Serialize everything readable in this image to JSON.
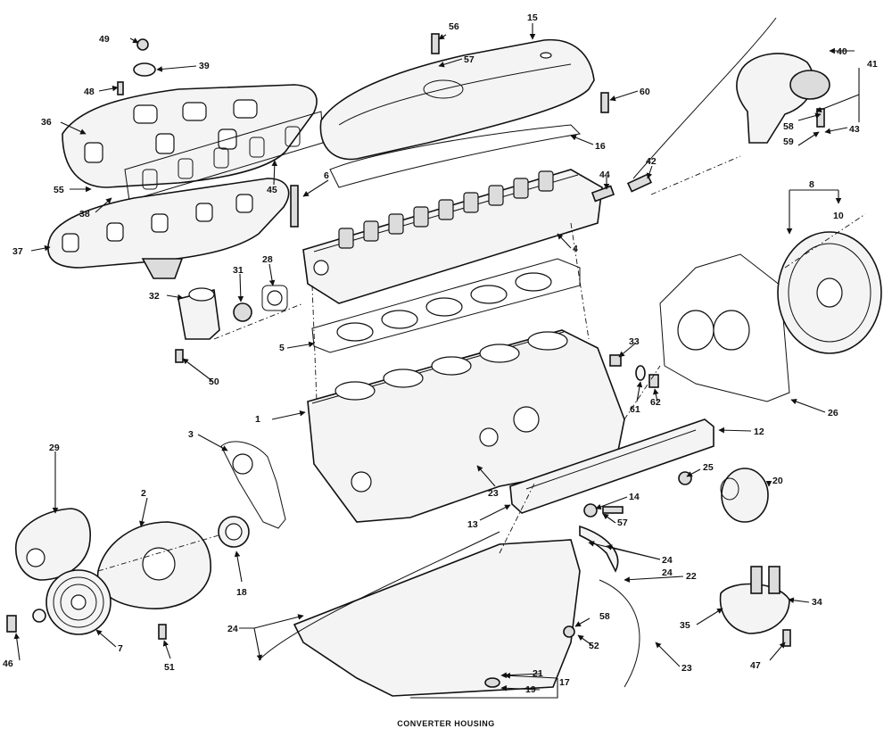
{
  "caption": "CONVERTER HOUSING",
  "callouts": [
    "1",
    "2",
    "3",
    "4",
    "5",
    "6",
    "7",
    "8",
    "10",
    "12",
    "13",
    "14",
    "15",
    "16",
    "17",
    "18",
    "19",
    "20",
    "21",
    "22",
    "23",
    "23",
    "24",
    "24",
    "24",
    "25",
    "26",
    "28",
    "29",
    "31",
    "32",
    "33",
    "34",
    "35",
    "36",
    "37",
    "38",
    "39",
    "40",
    "41",
    "42",
    "43",
    "44",
    "45",
    "46",
    "47",
    "48",
    "49",
    "50",
    "51",
    "52",
    "55",
    "56",
    "57",
    "57",
    "58",
    "58",
    "59",
    "60",
    "61",
    "62"
  ]
}
